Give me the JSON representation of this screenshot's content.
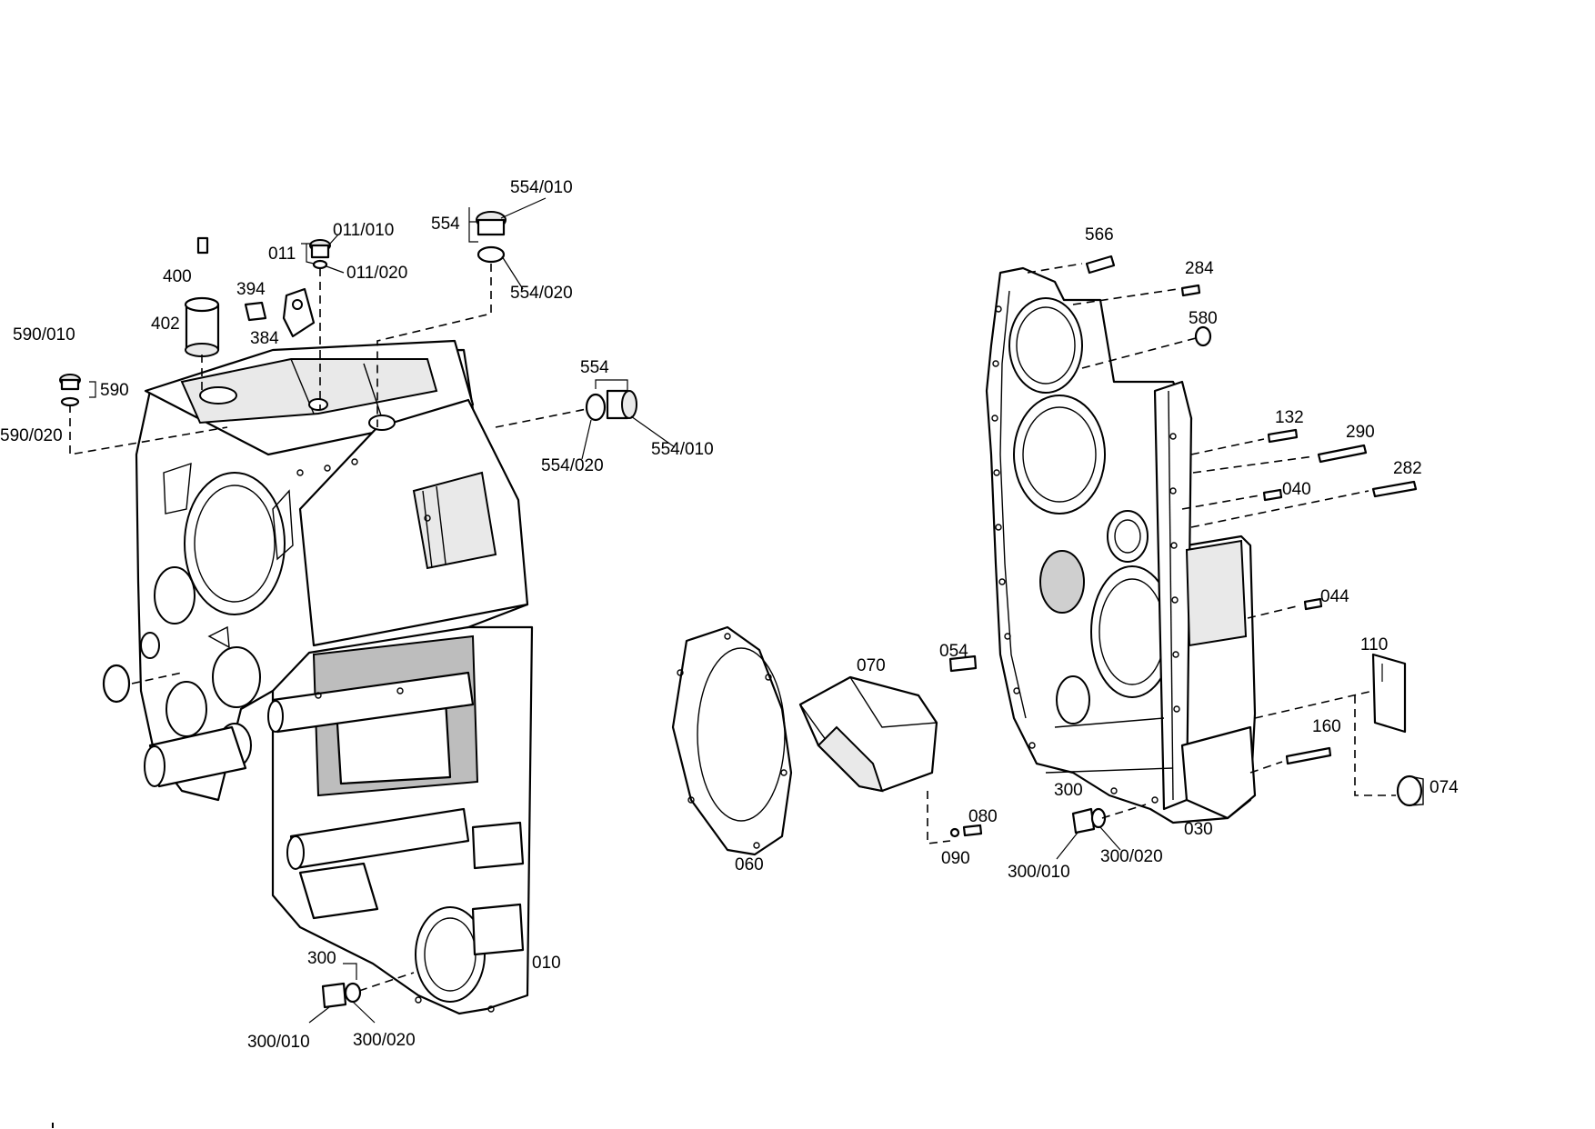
{
  "labels": {
    "l_554_010_top": "554/010",
    "l_554_top": "554",
    "l_554_020_top": "554/020",
    "l_011_010": "011/010",
    "l_011": "011",
    "l_011_020": "011/020",
    "l_400": "400",
    "l_394": "394",
    "l_402": "402",
    "l_384": "384",
    "l_590_010": "590/010",
    "l_590": "590",
    "l_590_020": "590/020",
    "l_554_side": "554",
    "l_554_020_side": "554/020",
    "l_554_010_side": "554/010",
    "l_300_left": "300",
    "l_300_010_left": "300/010",
    "l_300_020_left": "300/020",
    "l_010": "010",
    "l_060": "060",
    "l_070": "070",
    "l_054": "054",
    "l_080": "080",
    "l_090": "090",
    "l_566": "566",
    "l_284": "284",
    "l_580": "580",
    "l_132": "132",
    "l_290": "290",
    "l_040": "040",
    "l_282": "282",
    "l_044": "044",
    "l_110": "110",
    "l_160": "160",
    "l_074": "074",
    "l_300_right": "300",
    "l_300_010_right": "300/010",
    "l_300_020_right": "300/020",
    "l_030": "030"
  }
}
